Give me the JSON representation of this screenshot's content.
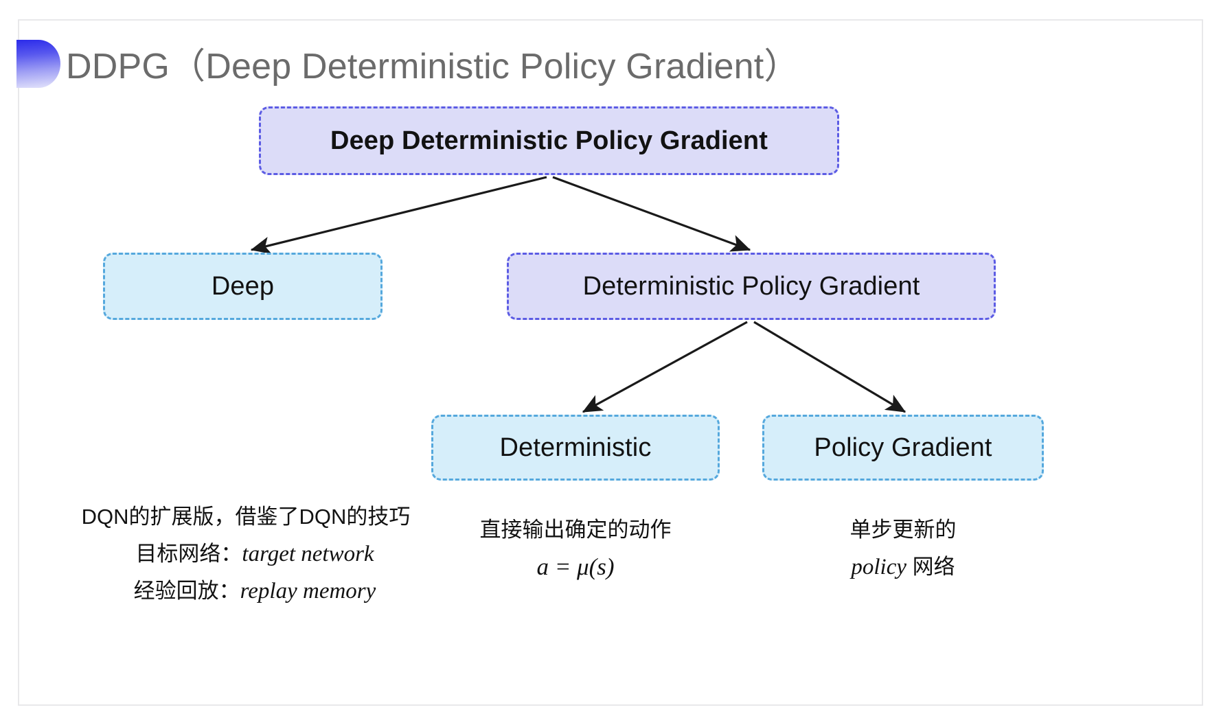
{
  "slide": {
    "title": "DDPG（Deep Deterministic Policy Gradient）",
    "deco_icon": "half-circle-gradient-icon",
    "background": "#ffffff",
    "title_color": "#6b6b6b"
  },
  "colors": {
    "purple_fill": "#dcdcf8",
    "purple_border": "#5c5ce4",
    "blue_fill": "#d6eefa",
    "blue_border": "#55a8dd",
    "arrow": "#1a1a1a",
    "text": "#121212"
  },
  "diagram": {
    "type": "tree",
    "nodes": [
      {
        "id": "root",
        "label": "Deep Deterministic Policy Gradient",
        "style": "purple"
      },
      {
        "id": "deep",
        "label": "Deep",
        "style": "blue"
      },
      {
        "id": "dpg",
        "label": "Deterministic Policy Gradient",
        "style": "purple"
      },
      {
        "id": "det",
        "label": "Deterministic",
        "style": "blue"
      },
      {
        "id": "pg",
        "label": "Policy Gradient",
        "style": "blue"
      }
    ],
    "edges": [
      {
        "from": "root",
        "to": "deep"
      },
      {
        "from": "root",
        "to": "dpg"
      },
      {
        "from": "dpg",
        "to": "det"
      },
      {
        "from": "dpg",
        "to": "pg"
      }
    ]
  },
  "captions": {
    "deep": {
      "line1": "DQN的扩展版，借鉴了DQN的技巧",
      "line2_label": "目标网络：",
      "line2_term": "target network",
      "line3_label": "经验回放：",
      "line3_term": "replay memory"
    },
    "deterministic": {
      "line1": "直接输出确定的动作",
      "formula": "a = μ(s)"
    },
    "policy_gradient": {
      "line1": "单步更新的",
      "line2_term": "policy",
      "line2_suffix": " 网络"
    }
  }
}
